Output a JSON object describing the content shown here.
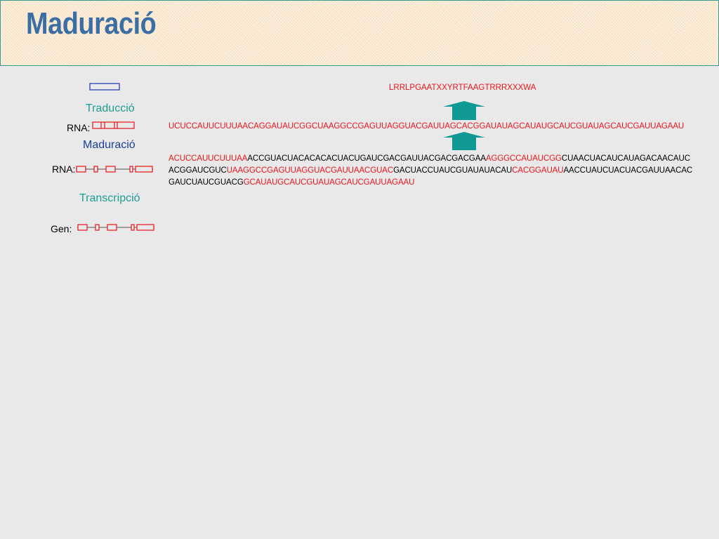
{
  "slide": {
    "title": "Maduració"
  },
  "left_diagram": {
    "translation_label": "Traducció",
    "rna1_label": "RNA:",
    "maturation_label": "Maduració",
    "rna2_label": "RNA:",
    "transcription_label": "Transcripció",
    "gene_label": "Gen:"
  },
  "protein": "LRRLPGAATXXYRTFAAGTRRRXXXWA",
  "mature_rna": "UCUCCAUUCUUUAACAGGAUAUCGGCUAAGGCCGAGUUAGGUACGAUUAGCACGGAUAUAGCAUAUGCAUCGUAUAGCAUCGAUUAGAAU",
  "premrna_lines": [
    [
      {
        "text": "ACUCCAUUCUUUAA",
        "exon": true
      },
      {
        "text": "ACCGUACUACACACACUACUGAUCGACGAUUACGACGACGAA",
        "exon": false
      },
      {
        "text": "AGGGCCAUAUCGG",
        "exon": true
      },
      {
        "text": "CUAACUACAUCAUAGACAACAUC",
        "exon": false
      }
    ],
    [
      {
        "text": "ACGGAUCGUC",
        "exon": false
      },
      {
        "text": "UAAGGCCGAGUUAGGUACGAUUAACGUAC",
        "exon": true
      },
      {
        "text": "GACUACCUAUCGUAUAUACAU",
        "exon": false
      },
      {
        "text": "CACGGAUAU",
        "exon": true
      },
      {
        "text": "AACCUAUCUACUACGAUUAACAC",
        "exon": false
      }
    ],
    [
      {
        "text": "GAUCUAUCGUACG",
        "exon": false
      },
      {
        "text": "GCAUAUGCAUCGUAUAGCAUCGAUUAGAAU",
        "exon": true
      }
    ]
  ],
  "colors": {
    "title": "#3b6ea5",
    "teal": "#1c9e95",
    "navy": "#1c3e9a",
    "exon_red": "#e8141b",
    "arrow": "#0f9994",
    "protein_box": "#2a3fc4"
  },
  "icons": [
    "protein-box-icon",
    "exon-box-icon",
    "up-arrow-icon"
  ]
}
